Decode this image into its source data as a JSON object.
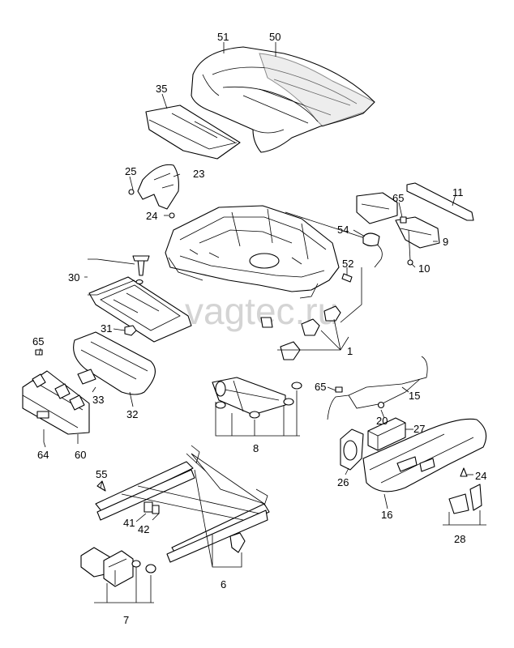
{
  "watermark": "vagtec.ru",
  "callouts": {
    "c51": "51",
    "c50": "50",
    "c35": "35",
    "c25": "25",
    "c23": "23",
    "c24a": "24",
    "c11": "11",
    "c65a": "65",
    "c54": "54",
    "c9": "9",
    "c10": "10",
    "c52": "52",
    "c30": "30",
    "c31": "31",
    "c1": "1",
    "c65b": "65",
    "c33": "33",
    "c32": "32",
    "c64": "64",
    "c60": "60",
    "c65c": "65",
    "c15": "15",
    "c8": "8",
    "c20": "20",
    "c27": "27",
    "c26": "26",
    "c24b": "24",
    "c16": "16",
    "c28": "28",
    "c55": "55",
    "c41": "41",
    "c42": "42",
    "c6": "6",
    "c7": "7"
  }
}
